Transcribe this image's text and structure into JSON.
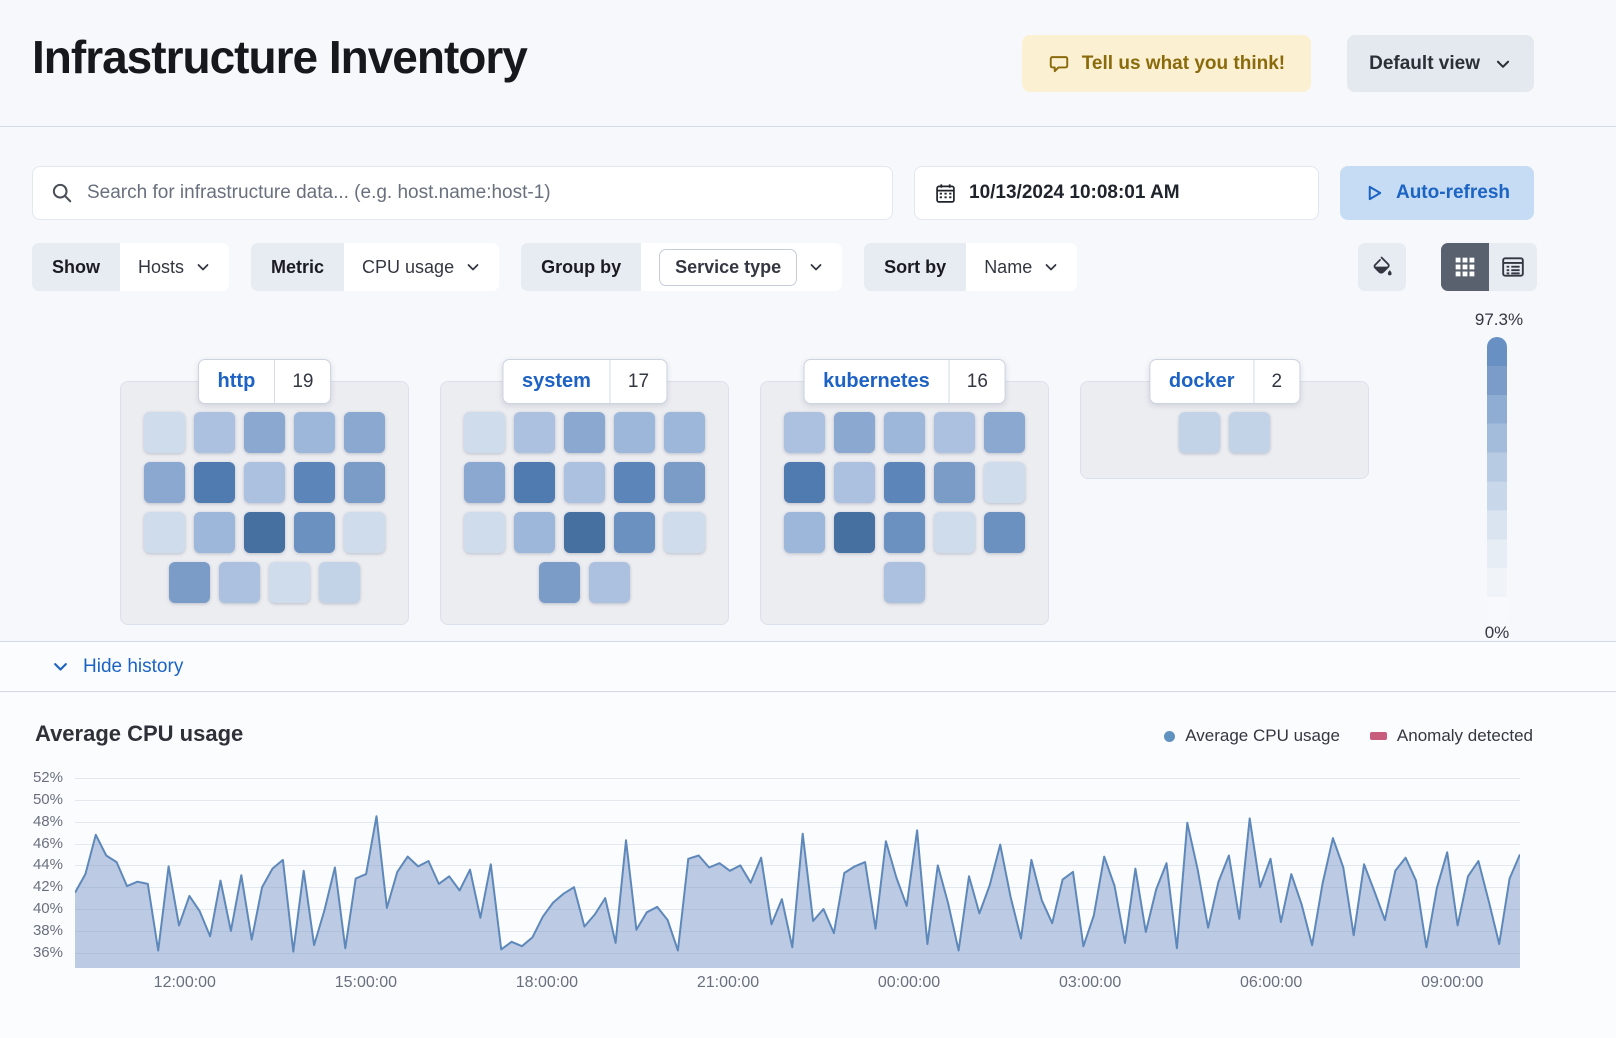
{
  "page": {
    "title": "Infrastructure Inventory"
  },
  "header": {
    "feedback_button": "Tell us what you think!",
    "view_button": "Default view"
  },
  "search": {
    "placeholder": "Search for infrastructure data... (e.g. host.name:host-1)"
  },
  "time": {
    "datetime": "10/13/2024 10:08:01 AM",
    "autorefresh": "Auto-refresh"
  },
  "filters": [
    {
      "label": "Show",
      "value": "Hosts",
      "boxed": false
    },
    {
      "label": "Metric",
      "value": "CPU usage",
      "boxed": false
    },
    {
      "label": "Group by",
      "value": "Service type",
      "boxed": true
    },
    {
      "label": "Sort by",
      "value": "Name",
      "boxed": false
    }
  ],
  "view_toggle": {
    "active": "grid"
  },
  "scale_legend": {
    "max": "97.3%",
    "min": "0%",
    "steps": [
      "#6890c2",
      "#7b9cc9",
      "#8fadd3",
      "#a3bcdb",
      "#b7cbe3",
      "#c9d7ea",
      "#dae3f0",
      "#e7edf5",
      "#f0f4f9",
      "#f7f9fc"
    ]
  },
  "groups": [
    {
      "name": "http",
      "count": "19",
      "rows": [
        [
          "#cfdcec",
          "#abc1df",
          "#8ba8d0",
          "#9db7da",
          "#8ba8d0"
        ],
        [
          "#8ba8d0",
          "#4f7bb1",
          "#abc1df",
          "#5c86b9",
          "#7b9cc7"
        ],
        [
          "#cfdcec",
          "#9db7da",
          "#46709f",
          "#6b91c0",
          "#cfdcec"
        ],
        [
          "#7b9cc7",
          "#abc1df",
          "#cfdcec",
          "#c3d3e7"
        ]
      ]
    },
    {
      "name": "system",
      "count": "17",
      "rows": [
        [
          "#cfdcec",
          "#abc1df",
          "#8ba8d0",
          "#9db7da",
          "#9db7da"
        ],
        [
          "#8ba8d0",
          "#4f7bb1",
          "#abc1df",
          "#5c86b9",
          "#7b9cc7"
        ],
        [
          "#cfdcec",
          "#9db7da",
          "#46709f",
          "#6b91c0",
          "#cfdcec"
        ],
        [
          "#7b9cc7",
          "#abc1df"
        ]
      ]
    },
    {
      "name": "kubernetes",
      "count": "16",
      "rows": [
        [
          "#abc1df",
          "#8ba8d0",
          "#9db7da",
          "#abc1df",
          "#8ba8d0"
        ],
        [
          "#4f7bb1",
          "#abc1df",
          "#5c86b9",
          "#7b9cc7",
          "#cfdcec"
        ],
        [
          "#9db7da",
          "#46709f",
          "#6b91c0",
          "#cfdcec",
          "#6b91c0"
        ],
        [
          "#abc1df"
        ]
      ]
    },
    {
      "name": "docker",
      "count": "2",
      "rows": [
        [
          "#c3d3e7",
          "#c3d3e7"
        ]
      ]
    }
  ],
  "history": {
    "toggle": "Hide history"
  },
  "chart": {
    "title": "Average CPU usage",
    "legend": [
      {
        "label": "Average CPU usage",
        "color": "#6092c0",
        "shape": "dot"
      },
      {
        "label": "Anomaly detected",
        "color": "#c85c7c",
        "shape": "bar"
      }
    ]
  },
  "chart_data": {
    "type": "area",
    "title": "Average CPU usage",
    "y_ticks": [
      52,
      50,
      48,
      46,
      44,
      42,
      40,
      38,
      36
    ],
    "y_tick_suffix": "%",
    "ylim": [
      34.6,
      52
    ],
    "x_ticks": [
      "12:00:00",
      "15:00:00",
      "18:00:00",
      "21:00:00",
      "00:00:00",
      "03:00:00",
      "06:00:00",
      "09:00:00"
    ],
    "x_tick_start_fraction": 0.076,
    "x_tick_step_fraction": 0.1253,
    "grid": true,
    "legend_position": "top-right",
    "line_color": "#5e88ba",
    "fill_color": "rgba(110,145,195,0.45)",
    "series": [
      {
        "name": "Average CPU usage",
        "values": [
          41.5,
          43.2,
          46.8,
          44.9,
          44.3,
          42.1,
          42.5,
          42.3,
          36.2,
          43.9,
          38.5,
          41.2,
          39.8,
          37.5,
          42.6,
          38.0,
          43.1,
          37.2,
          42.0,
          43.7,
          44.5,
          36.1,
          43.5,
          36.7,
          39.9,
          43.8,
          36.4,
          42.8,
          43.2,
          48.5,
          40.1,
          43.4,
          44.8,
          43.9,
          44.4,
          42.3,
          43.0,
          41.7,
          43.6,
          39.2,
          44.1,
          36.3,
          37.0,
          36.6,
          37.4,
          39.3,
          40.6,
          41.4,
          42.0,
          38.4,
          39.5,
          41.0,
          36.9,
          46.3,
          38.1,
          39.7,
          40.2,
          39.0,
          36.2,
          44.6,
          44.9,
          43.8,
          44.2,
          43.5,
          44.0,
          42.4,
          44.7,
          38.6,
          40.9,
          36.5,
          46.9,
          38.9,
          40.0,
          37.8,
          43.3,
          43.9,
          44.3,
          38.2,
          46.2,
          42.9,
          40.3,
          47.2,
          36.8,
          44.0,
          40.5,
          36.2,
          43.0,
          39.6,
          42.2,
          45.9,
          41.1,
          37.3,
          44.5,
          40.8,
          38.7,
          42.7,
          43.4,
          36.6,
          39.4,
          44.8,
          42.1,
          36.9,
          43.7,
          37.9,
          41.8,
          44.2,
          36.4,
          47.9,
          43.6,
          38.3,
          42.5,
          44.9,
          39.1,
          48.3,
          42.0,
          44.6,
          38.8,
          43.2,
          40.4,
          36.7,
          42.3,
          46.5,
          43.8,
          37.6,
          44.1,
          41.6,
          39.0,
          43.5,
          44.7,
          42.6,
          36.5,
          41.9,
          45.2,
          38.5,
          43.0,
          44.4,
          40.7,
          36.8,
          42.8,
          45.0
        ]
      }
    ],
    "anomalies": []
  }
}
